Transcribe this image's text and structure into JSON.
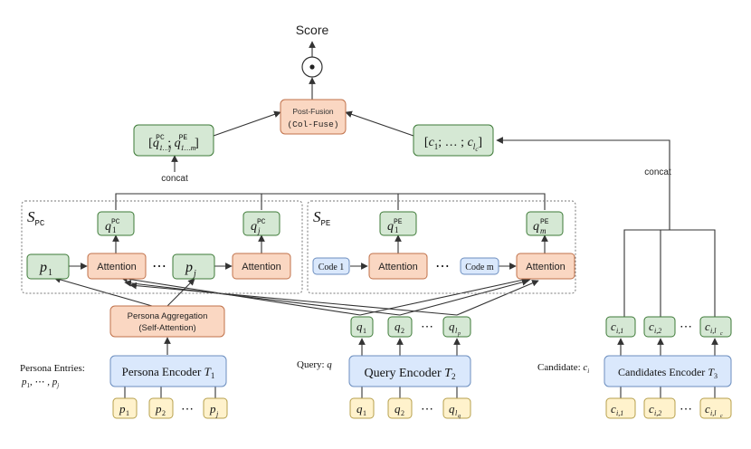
{
  "output": {
    "score_label": "Score",
    "dot_symbol": "⊙"
  },
  "fusion": {
    "line1": "Post-Fusion",
    "line2": "(Col-Fuse)"
  },
  "concat_pc_pe": {
    "text": "[q^PC_1…j ; q^PE_1…m]",
    "label": "concat"
  },
  "concat_candidate": {
    "text": "[c1 ; … ; c_lc]",
    "label": "concat"
  },
  "sets": {
    "pc_label": "S_PC",
    "pe_label": "S_PE"
  },
  "pc": {
    "p1": "p1",
    "pj": "pj",
    "attention_1": "Attention",
    "attention_2": "Attention",
    "q1": "q^PC_1",
    "qj": "q^PC_j",
    "dots": "⋯"
  },
  "pe": {
    "code1": "Code 1",
    "codem": "Code m",
    "attention_1": "Attention",
    "attention_2": "Attention",
    "q1": "q^PE_1",
    "qm": "q^PE_m",
    "dots": "⋯"
  },
  "persona": {
    "aggregation_line1": "Persona Aggregation",
    "aggregation_line2": "(Self-Attention)",
    "encoder": "Persona Encoder T1",
    "entries_label_line1": "Persona Entries:",
    "entries_label_line2": "p1, ⋯ , pj",
    "inputs": [
      "p1",
      "p2",
      "⋯",
      "pj"
    ]
  },
  "query": {
    "label": "Query: q",
    "encoder": "Query Encoder T2",
    "outputs": [
      "q1",
      "q2",
      "⋯",
      "q_lp"
    ],
    "inputs": [
      "q1",
      "q2",
      "⋯",
      "q_lq"
    ]
  },
  "candidate": {
    "label": "Candidate: ci",
    "encoder": "Candidates Encoder T3",
    "outputs": [
      "c_i,1",
      "c_i,2",
      "⋯",
      "c_i,lc"
    ],
    "inputs": [
      "c_i,1",
      "c_i,2",
      "⋯",
      "c_i,lc"
    ]
  },
  "colors": {
    "green_fill": "#d5e8d4",
    "green_stroke": "#3d7a37",
    "orange_fill": "#fad7c2",
    "orange_stroke": "#c0714a",
    "blue_fill": "#dae8fc",
    "blue_stroke": "#6c8ebf",
    "yellow_fill": "#fff2cc",
    "yellow_stroke": "#b7a04d",
    "line": "#333333"
  }
}
